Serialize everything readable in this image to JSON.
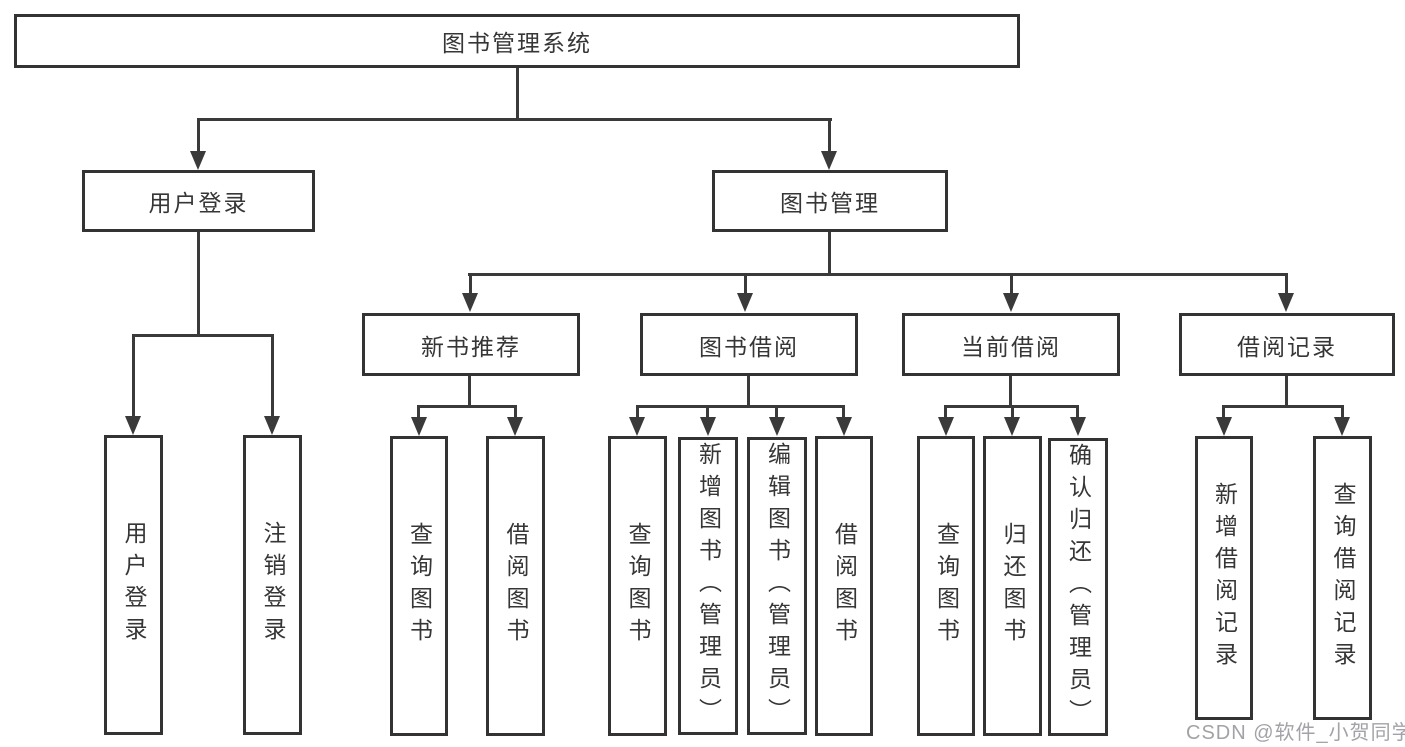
{
  "diagram": {
    "watermark": "CSDN @软件_小贺同学",
    "nodes": {
      "system": "图书管理系统",
      "userLogin": "用户登录",
      "bookManagement": "图书管理",
      "login": "用户登录",
      "logout": "注销登录",
      "newBookRecommend": "新书推荐",
      "bookBorrowing": "图书借阅",
      "currentBorrowing": "当前借阅",
      "borrowingRecords": "借阅记录",
      "queryBooksRec": "查询图书",
      "borrowBooksRec": "借阅图书",
      "queryBooksBor": "查询图书",
      "addBooksAdmin": "新增图书（管理员）",
      "editBooksAdmin": "编辑图书（管理员）",
      "borrowBooksBor": "借阅图书",
      "queryBooksCur": "查询图书",
      "returnBooks": "归还图书",
      "confirmReturnAdmin": "确认归还（管理员）",
      "addBorrowRecord": "新增借阅记录",
      "queryBorrowRecord": "查询借阅记录"
    }
  }
}
